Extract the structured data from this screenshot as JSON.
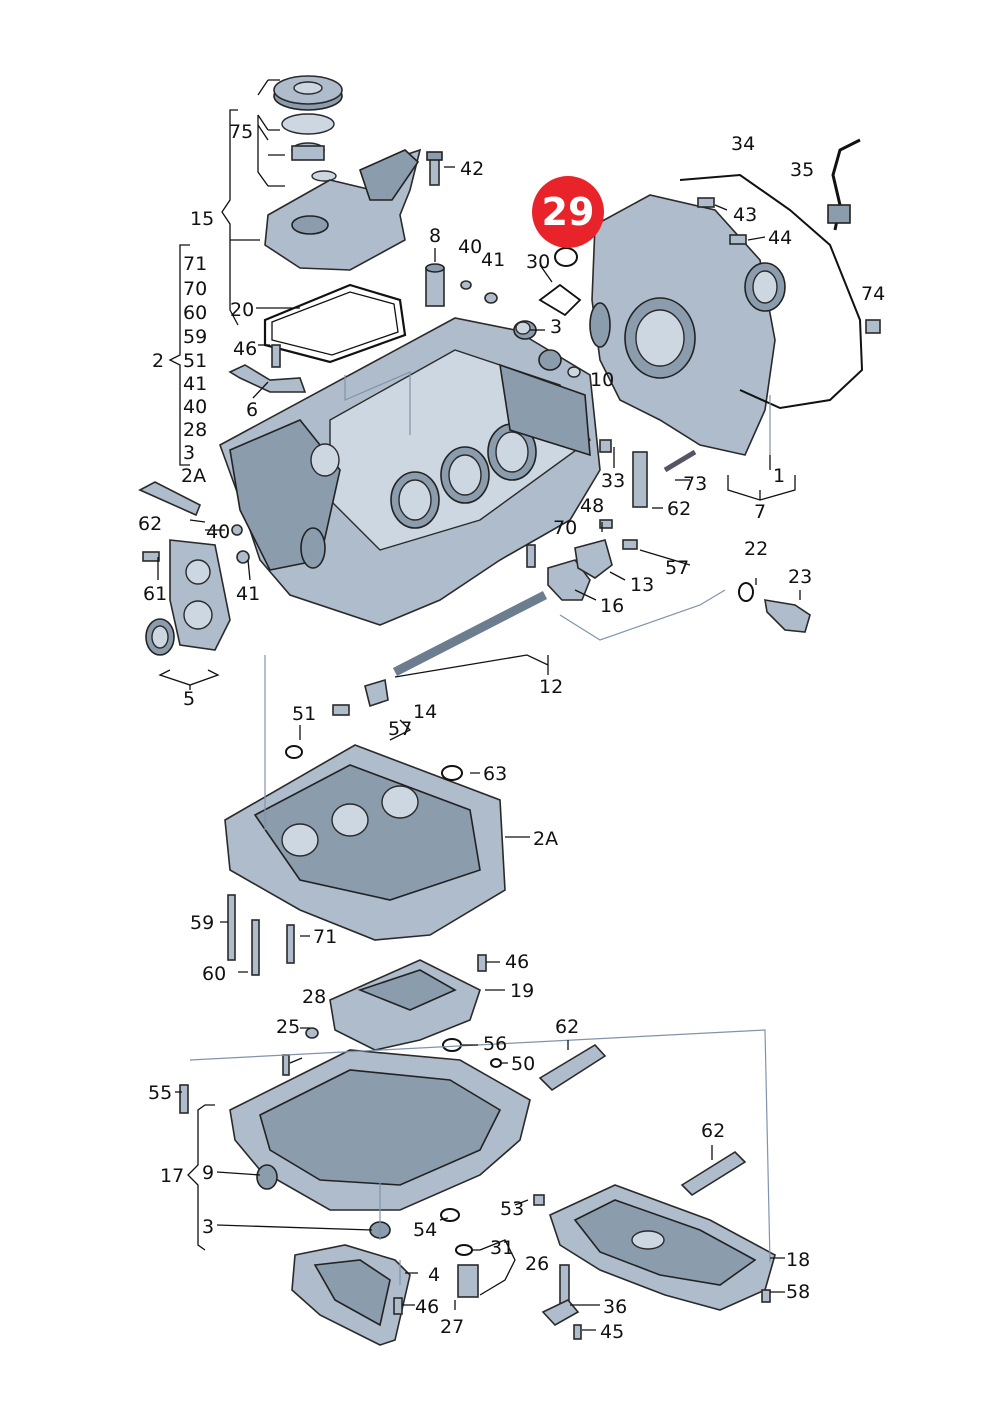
{
  "badge": {
    "label": "29",
    "color": "#e8242a"
  },
  "labels": {
    "l75": "75",
    "l42": "42",
    "l15": "15",
    "l8": "8",
    "l40a": "40",
    "l41a": "41",
    "l30": "30",
    "l20": "20",
    "l71": "71",
    "l70": "70",
    "l60": "60",
    "l59": "59",
    "l2": "2",
    "l51": "51",
    "l41b": "41",
    "l40b": "40",
    "l28a": "28",
    "l3a": "3",
    "l2A": "2A",
    "l46a": "46",
    "l6": "6",
    "l3b": "3",
    "l10": "10",
    "l34": "34",
    "l35": "35",
    "l43": "43",
    "l44": "44",
    "l74": "74",
    "l73": "73",
    "l1": "1",
    "l7": "7",
    "l33": "33",
    "l62a": "62",
    "l62b": "62",
    "l48": "48",
    "l70b": "70",
    "l57a": "57",
    "l13": "13",
    "l16": "16",
    "l22": "22",
    "l23": "23",
    "l40c": "40",
    "l61": "61",
    "l41c": "41",
    "l5": "5",
    "l12": "12",
    "l51b": "51",
    "l14": "14",
    "l57b": "57",
    "l63": "63",
    "l2Ab": "2A",
    "l59b": "59",
    "l71b": "71",
    "l60b": "60",
    "l46b": "46",
    "l28b": "28",
    "l19": "19",
    "l25": "25",
    "l56": "56",
    "l62c": "62",
    "l50": "50",
    "l55": "55",
    "l17": "17",
    "l9": "9",
    "l3c": "3",
    "l62d": "62",
    "l53": "53",
    "l54": "54",
    "l31": "31",
    "l26": "26",
    "l4": "4",
    "l46c": "46",
    "l27": "27",
    "l18": "18",
    "l58": "58",
    "l36": "36",
    "l45": "45"
  }
}
